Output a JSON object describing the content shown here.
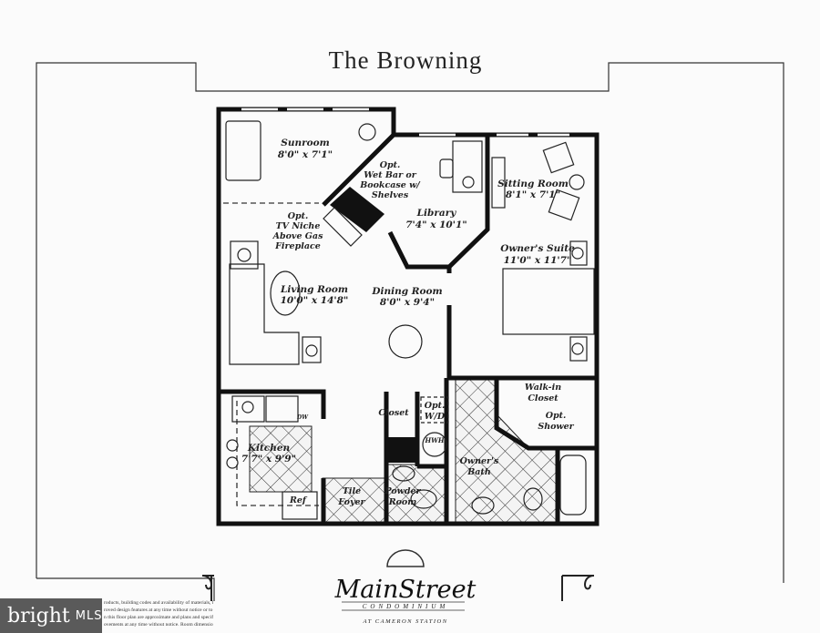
{
  "title": "The Browning",
  "rooms": {
    "sunroom": {
      "name": "Sunroom",
      "size": "8'0\" x 7'1\""
    },
    "wet_bar": [
      "Opt.",
      "Wet Bar or",
      "Bookcase w/",
      "Shelves"
    ],
    "library": {
      "name": "Library",
      "size": "7'4\" x 10'1\""
    },
    "sitting_room": {
      "name": "Sitting Room",
      "size": "8'1\" x 7'1\""
    },
    "tv_niche": [
      "Opt.",
      "TV Niche",
      "Above Gas",
      "Fireplace"
    ],
    "living_room": {
      "name": "Living Room",
      "size": "10'0\" x 14'8\""
    },
    "dining_room": {
      "name": "Dining Room",
      "size": "8'0\" x 9'4\""
    },
    "owners_suite": {
      "name": "Owner's Suite",
      "size": "11'0\" x 11'7\""
    },
    "walk_in_closet": [
      "Walk-in",
      "Closet"
    ],
    "opt_shower": [
      "Opt.",
      "Shower"
    ],
    "closet": "Closet",
    "opt_wd": [
      "Opt.",
      "W/D"
    ],
    "hwh": "HWH",
    "dw": "DW",
    "kitchen": {
      "name": "Kitchen",
      "size": "7'7\" x 9'9\""
    },
    "ref": "Ref",
    "tile_foyer": [
      "Tile",
      "Foyer"
    ],
    "powder_room": [
      "Powder",
      "Room"
    ],
    "owners_bath": [
      "Owner's",
      "Bath"
    ]
  },
  "logo": {
    "name": "MainStreet",
    "line2": "CONDOMINIUM",
    "line3": "AT CAMERON STATION"
  },
  "disclaimer": [
    "roducts, building codes and availability of materials, builder reserves",
    "roved design features at any time without notice or to use equivalent",
    "n this floor plan are approximate and plans and specifications are",
    "ovements at any time without notice. Room dimensions may vary"
  ],
  "badge": {
    "brand": "bright",
    "suffix": "MLS"
  }
}
